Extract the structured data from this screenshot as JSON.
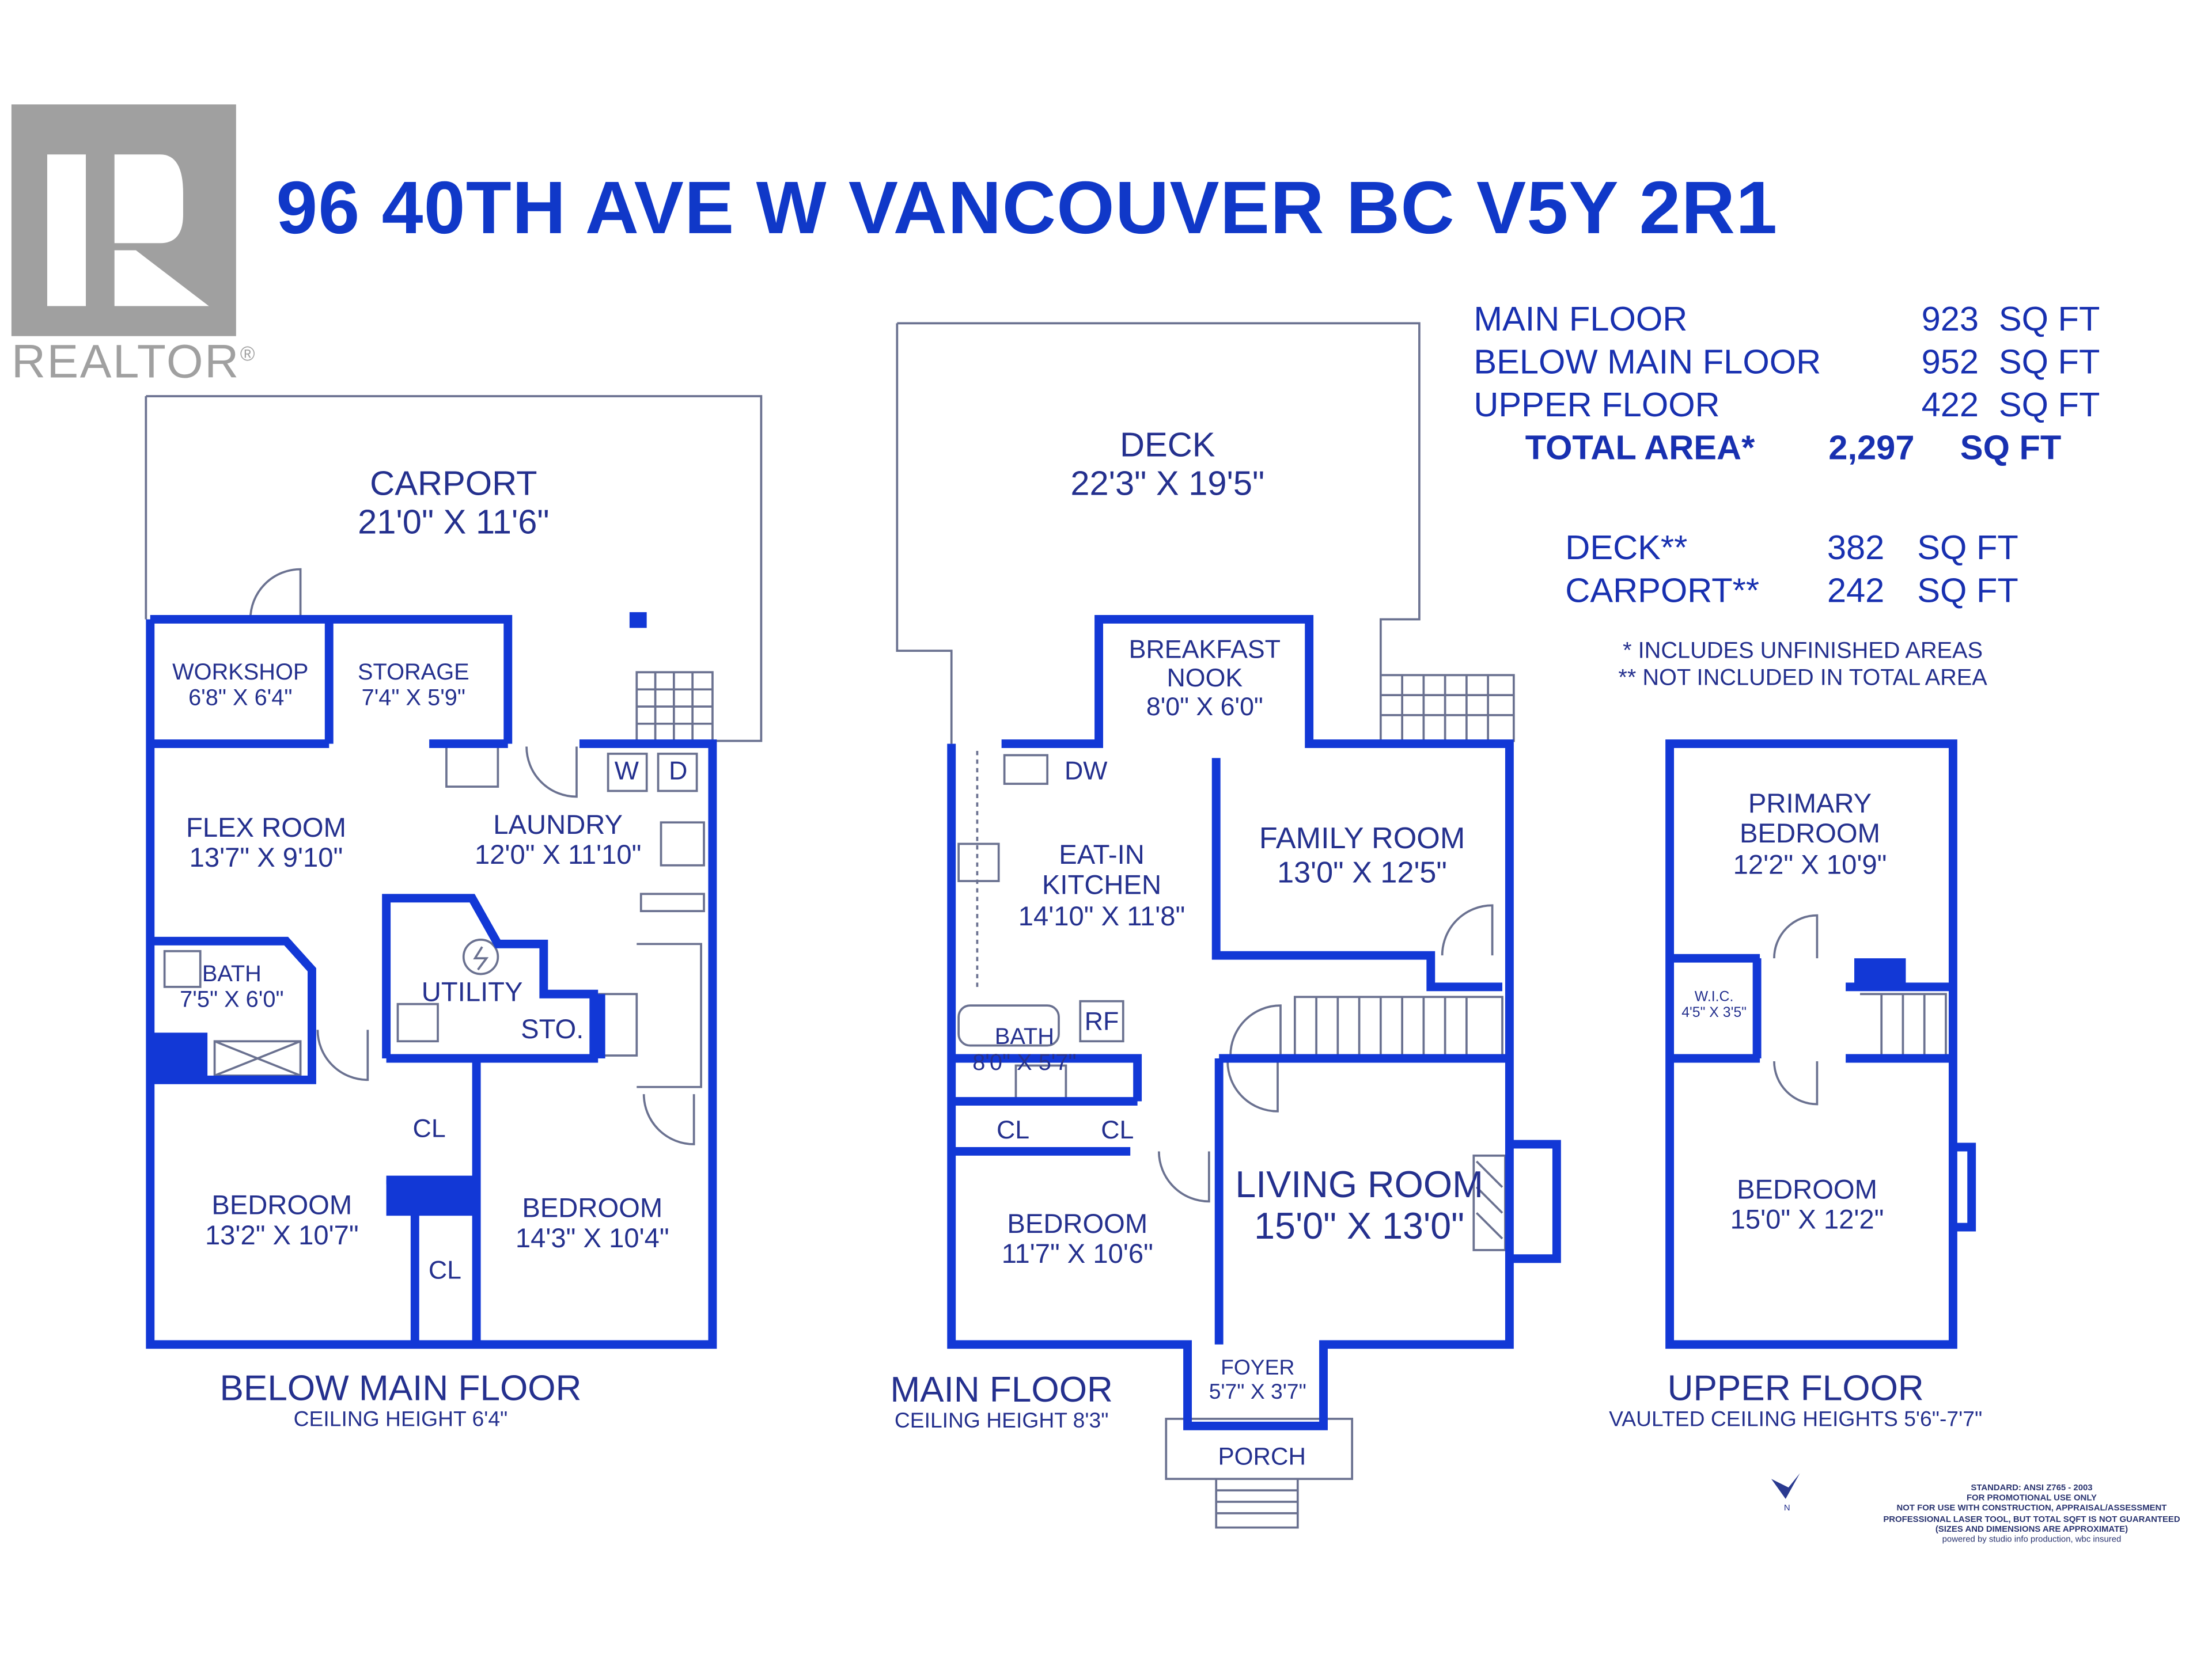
{
  "title": "96 40TH AVE W VANCOUVER BC  V5Y 2R1",
  "logo": {
    "name": "REALTOR",
    "mark": "®",
    "icon": "realtor-r-logo"
  },
  "colors": {
    "walls": "#1238d6",
    "text": "#24308e",
    "title": "#1038c8",
    "logo": "#a0a0a0"
  },
  "areas": {
    "rows": [
      {
        "label": "MAIN FLOOR",
        "value": "923",
        "unit": "SQ FT"
      },
      {
        "label": "BELOW MAIN FLOOR",
        "value": "952",
        "unit": "SQ FT"
      },
      {
        "label": "UPPER FLOOR",
        "value": "422",
        "unit": "SQ FT"
      }
    ],
    "total": {
      "label": "TOTAL AREA*",
      "value": "2,297",
      "unit": "SQ FT"
    },
    "extra": [
      {
        "label": "DECK**",
        "value": "382",
        "unit": "SQ FT"
      },
      {
        "label": "CARPORT**",
        "value": "242",
        "unit": "SQ FT"
      }
    ],
    "notes": [
      "* INCLUDES UNFINISHED AREAS",
      "** NOT INCLUDED IN TOTAL AREA"
    ]
  },
  "floors": {
    "below": {
      "name": "BELOW MAIN FLOOR",
      "sub": "CEILING HEIGHT 6'4\"",
      "rooms": [
        {
          "name": "CARPORT",
          "dims": "21'0\" X 11'6\""
        },
        {
          "name": "WORKSHOP",
          "dims": "6'8\" X 6'4\""
        },
        {
          "name": "STORAGE",
          "dims": "7'4\" X 5'9\""
        },
        {
          "name": "FLEX ROOM",
          "dims": "13'7\" X 9'10\""
        },
        {
          "name": "LAUNDRY",
          "dims": "12'0\" X 11'10\""
        },
        {
          "name": "BATH",
          "dims": "7'5\" X 6'0\""
        },
        {
          "name": "UTILITY"
        },
        {
          "name": "STO."
        },
        {
          "name": "CL"
        },
        {
          "name": "CL"
        },
        {
          "name": "BEDROOM",
          "dims": "13'2\" X 10'7\""
        },
        {
          "name": "BEDROOM",
          "dims": "14'3\" X 10'4\""
        }
      ],
      "fixtures": [
        "W",
        "D"
      ]
    },
    "main": {
      "name": "MAIN FLOOR",
      "sub": "CEILING HEIGHT 8'3\"",
      "rooms": [
        {
          "name": "DECK",
          "dims": "22'3\" X 19'5\""
        },
        {
          "name": "BREAKFAST",
          "name2": "NOOK",
          "dims": "8'0\" X 6'0\""
        },
        {
          "name": "EAT-IN",
          "name2": "KITCHEN",
          "dims": "14'10\" X 11'8\""
        },
        {
          "name": "FAMILY ROOM",
          "dims": "13'0\" X 12'5\""
        },
        {
          "name": "BATH",
          "dims": "8'0\" X 5'7\""
        },
        {
          "name": "CL"
        },
        {
          "name": "CL"
        },
        {
          "name": "BEDROOM",
          "dims": "11'7\" X 10'6\""
        },
        {
          "name": "LIVING ROOM",
          "dims": "15'0\" X 13'0\""
        },
        {
          "name": "FOYER",
          "dims": "5'7\" X 3'7\""
        },
        {
          "name": "PORCH"
        }
      ],
      "fixtures": [
        "DW",
        "RF"
      ]
    },
    "upper": {
      "name": "UPPER FLOOR",
      "sub": "VAULTED CEILING HEIGHTS 5'6\"-7'7\"",
      "rooms": [
        {
          "name": "PRIMARY",
          "name2": "BEDROOM",
          "dims": "12'2\" X 10'9\""
        },
        {
          "name": "W.I.C.",
          "dims": "4'5\" X 3'5\""
        },
        {
          "name": "BEDROOM",
          "dims": "15'0\" X 12'2\""
        }
      ]
    }
  },
  "compass": {
    "label": "N",
    "icon": "north-arrow-icon"
  },
  "disclaimer": [
    "STANDARD: ANSI Z765 - 2003",
    "FOR PROMOTIONAL USE ONLY",
    "NOT FOR USE WITH CONSTRUCTION, APPRAISAL/ASSESSMENT",
    "PROFESSIONAL LASER TOOL, BUT TOTAL SQFT IS NOT GUARANTEED",
    "(SIZES AND DIMENSIONS ARE APPROXIMATE)",
    "powered by studio info production, wbc insured"
  ]
}
